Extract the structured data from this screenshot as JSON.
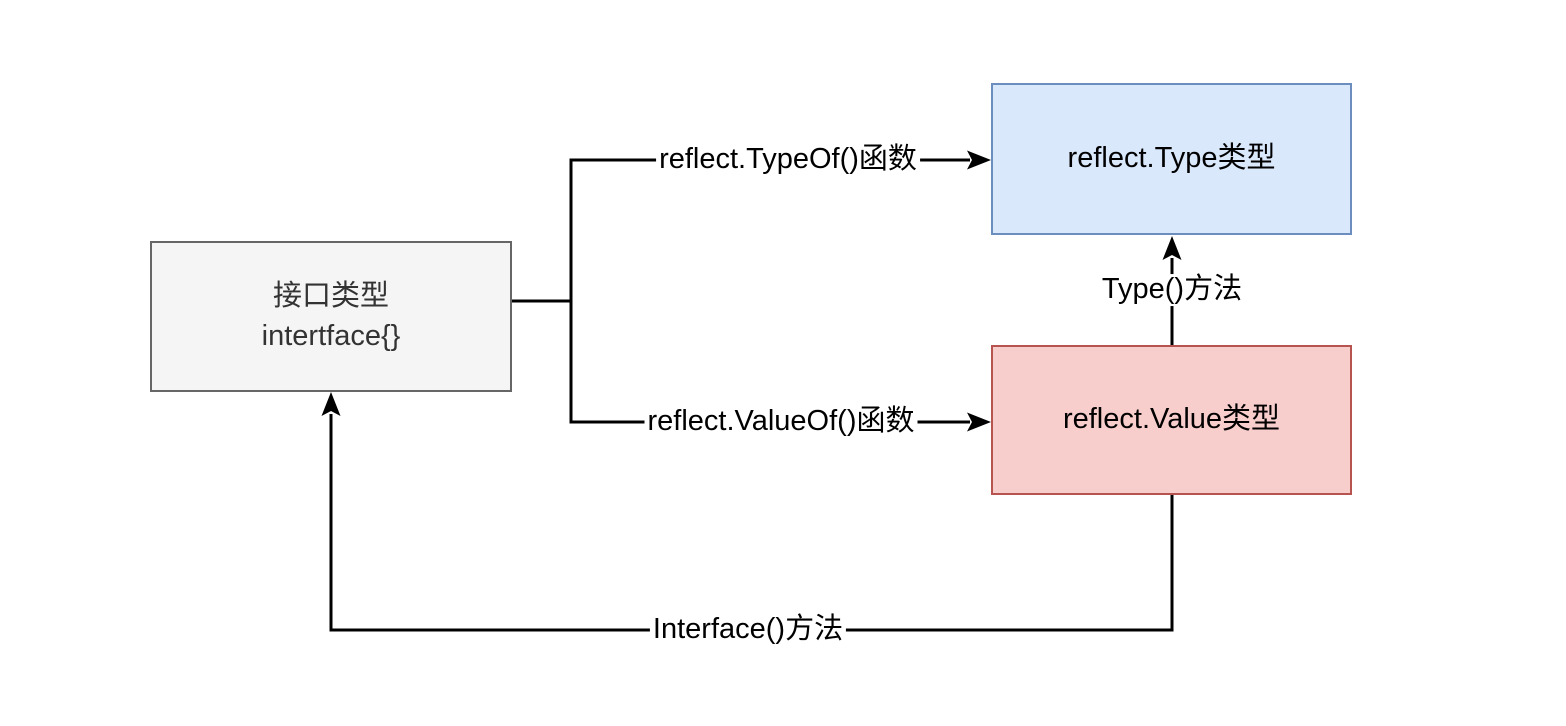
{
  "diagram": {
    "background": "#ffffff",
    "connector_color": "#000000",
    "nodes": {
      "interface_box": {
        "line1": "接口类型",
        "line2": "intertface{}",
        "fill": "#f5f5f5",
        "border": "#666666",
        "text_color": "#333333"
      },
      "reflect_type_box": {
        "label": "reflect.Type类型",
        "fill": "#dae8fc",
        "border": "#6c8ebf",
        "text_color": "#000000"
      },
      "reflect_value_box": {
        "label": "reflect.Value类型",
        "fill": "#f8cecc",
        "border": "#b85450",
        "text_color": "#000000"
      }
    },
    "edges": {
      "typeof_fn": {
        "label": "reflect.TypeOf()函数"
      },
      "valueof_fn": {
        "label": "reflect.ValueOf()函数"
      },
      "type_method": {
        "label": "Type()方法"
      },
      "interface_method": {
        "label": "Interface()方法"
      }
    }
  }
}
